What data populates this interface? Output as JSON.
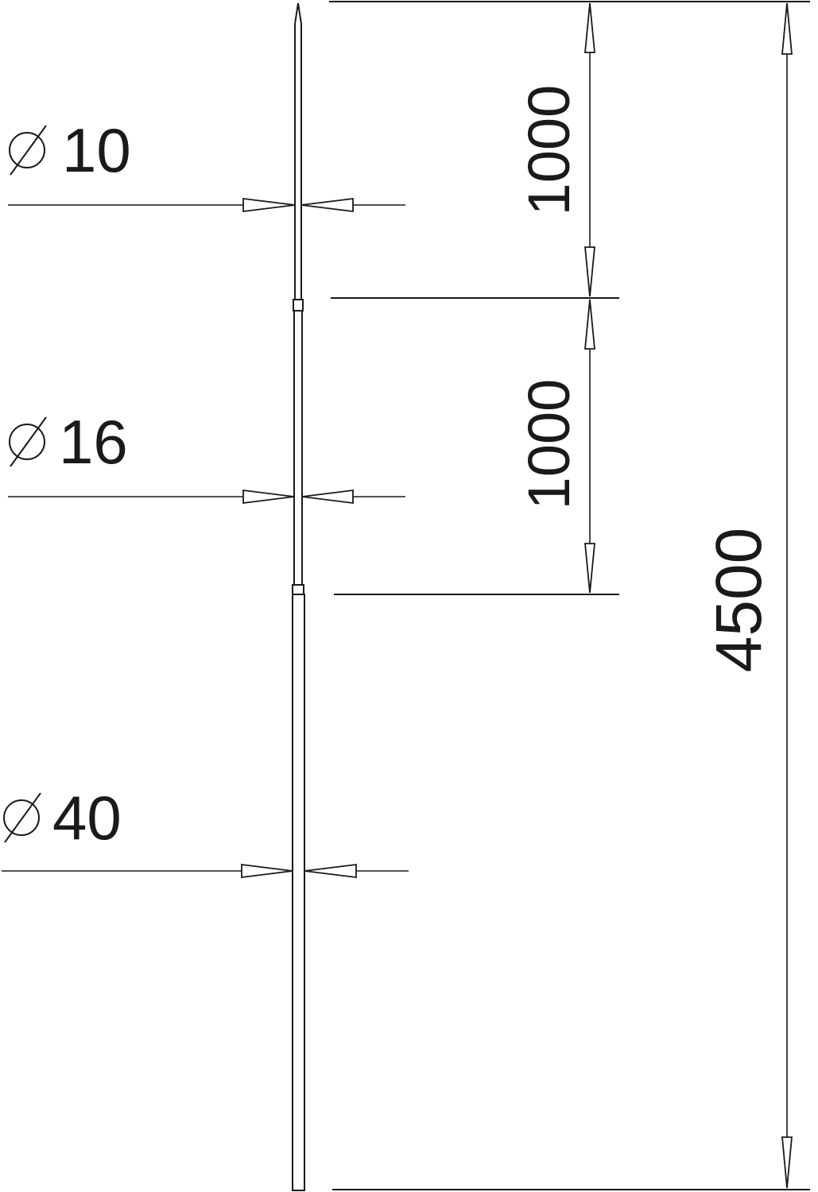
{
  "diameters": [
    {
      "symbol": "⌀",
      "value": "10"
    },
    {
      "symbol": "⌀",
      "value": "16"
    },
    {
      "symbol": "⌀",
      "value": "40"
    }
  ],
  "lengths": {
    "top_section": "1000",
    "middle_section": "1000",
    "overall": "4500"
  }
}
